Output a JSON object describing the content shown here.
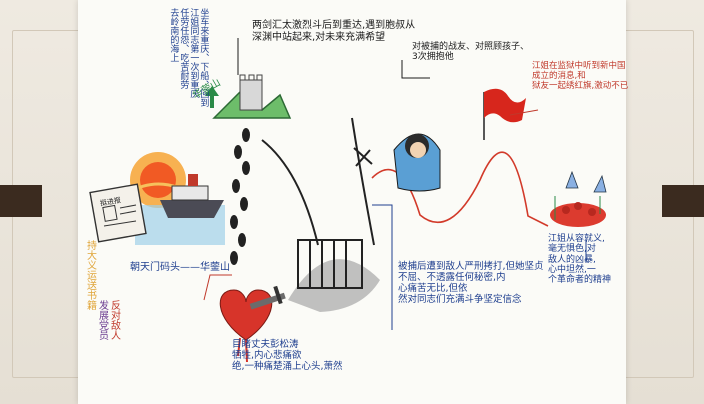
{
  "texts": {
    "top_left_vertical_1": "去岭南的海上",
    "top_left_vertical_2": "任劳任怨、吃苦耐劳",
    "top_left_vertical_3": "江姐同志第一次到重庆",
    "top_left_vertical_4": "坐车来重庆、下船、回到",
    "peak_arrow_text": "华蓥山",
    "top_center_note": "两剑汇太激烈斗后到重达,遇到胞叔从\n深渊中站起来,对未来充满希望",
    "newspaper_title": "挺进报",
    "boat_caption": "朝天门码头——华蓥山",
    "left_vertical_orange": "持大义运送书籍",
    "left_vertical_purple": "发展党员",
    "left_vertical_red": "反对敌人",
    "bottom_left_note": "目睹丈夫彭松涛\n牺牲,内心悲痛欲\n绝,一种痛楚涌上心头,萧然",
    "prison_note": "被捕后遭到敌人严刑拷打,但她坚贞\n不屈、不透露任何秘密,内\n心痛苦无比,但依\n然对同志们充满斗争坚定信念",
    "woman_note": "对被捕的战友、对照顾孩子、\n3次拥抱他",
    "flag_note": "江姐在监狱中听到新中国成立的消息,和\n狱友一起绣红旗,激动不已",
    "flower_note": "江姐从容就义,\n毫无惧色,对\n敌人的凶暴,\n心中坦然,一\n个革命者的精神"
  },
  "colors": {
    "ink_blue": "#1f3f8f",
    "ink_black": "#1b1b1b",
    "ink_red": "#c0392b",
    "ink_green": "#2a8a47",
    "ink_orange": "#e0a53a",
    "ink_purple": "#6a3b8f",
    "frame_dark": "#3b2b1f"
  },
  "icons": {
    "newspaper": "newspaper-icon",
    "sun": "sun-icon",
    "ship": "ship-icon",
    "mountain": "mountain-icon",
    "footprints": "footprints-icon",
    "heart_dagger": "heart-dagger-icon",
    "prison": "prison-bars-icon",
    "woman": "woman-portrait-icon",
    "flag": "red-flag-icon",
    "flowers": "flowers-icon",
    "arrow_up": "arrow-up-icon"
  }
}
